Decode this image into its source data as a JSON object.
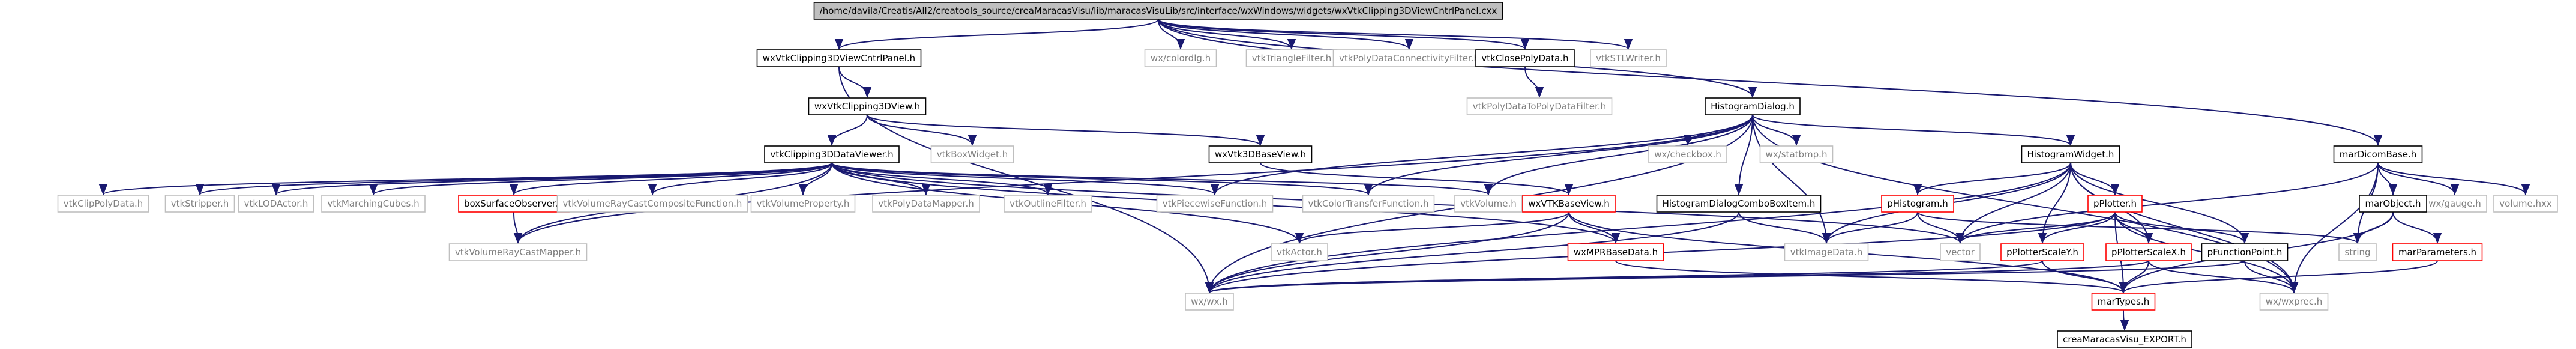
{
  "graph": {
    "colors": {
      "edge": "#191970",
      "normal_stroke": "#000000",
      "normal_text": "#000000",
      "external_stroke": "#bfbfbf",
      "external_text": "#808080",
      "missing_stroke": "#ff0000",
      "root_fill": "#bfbfbf"
    },
    "nodes": [
      {
        "id": "root",
        "label": "/home/davila/Creatis/All2/creatools_source/creaMaracasVisu/lib/maracasVisuLib/src/interface/wxWindows/widgets/wxVtkClipping3DViewCntrlPanel.cxx",
        "kind": "root"
      },
      {
        "id": "cntrlPanel",
        "label": "wxVtkClipping3DViewCntrlPanel.h",
        "kind": "normal"
      },
      {
        "id": "colordlg",
        "label": "wx/colordlg.h",
        "kind": "external"
      },
      {
        "id": "triFilter",
        "label": "vtkTriangleFilter.h",
        "kind": "external"
      },
      {
        "id": "polyConn",
        "label": "vtkPolyDataConnectivityFilter.h",
        "kind": "external"
      },
      {
        "id": "closePoly",
        "label": "vtkClosePolyData.h",
        "kind": "normal"
      },
      {
        "id": "stlWriter",
        "label": "vtkSTLWriter.h",
        "kind": "external"
      },
      {
        "id": "clip3DView",
        "label": "wxVtkClipping3DView.h",
        "kind": "normal"
      },
      {
        "id": "polyToPoly",
        "label": "vtkPolyDataToPolyDataFilter.h",
        "kind": "external"
      },
      {
        "id": "histDialog",
        "label": "HistogramDialog.h",
        "kind": "normal"
      },
      {
        "id": "dataViewer",
        "label": "vtkClipping3DDataViewer.h",
        "kind": "normal"
      },
      {
        "id": "boxWidget",
        "label": "vtkBoxWidget.h",
        "kind": "external"
      },
      {
        "id": "vtk3DBase",
        "label": "wxVtk3DBaseView.h",
        "kind": "normal"
      },
      {
        "id": "checkbox",
        "label": "wx/checkbox.h",
        "kind": "external"
      },
      {
        "id": "statbmp",
        "label": "wx/statbmp.h",
        "kind": "external"
      },
      {
        "id": "histWidget",
        "label": "HistogramWidget.h",
        "kind": "normal"
      },
      {
        "id": "dicomBase",
        "label": "marDicomBase.h",
        "kind": "normal"
      },
      {
        "id": "clipPoly",
        "label": "vtkClipPolyData.h",
        "kind": "external"
      },
      {
        "id": "stripper",
        "label": "vtkStripper.h",
        "kind": "external"
      },
      {
        "id": "lodActor",
        "label": "vtkLODActor.h",
        "kind": "external"
      },
      {
        "id": "marchCubes",
        "label": "vtkMarchingCubes.h",
        "kind": "external"
      },
      {
        "id": "boxSurf",
        "label": "boxSurfaceObserver.h",
        "kind": "missing"
      },
      {
        "id": "rayComp",
        "label": "vtkVolumeRayCastCompositeFunction.h",
        "kind": "external"
      },
      {
        "id": "volProp",
        "label": "vtkVolumeProperty.h",
        "kind": "external"
      },
      {
        "id": "polyMapper",
        "label": "vtkPolyDataMapper.h",
        "kind": "external"
      },
      {
        "id": "outline",
        "label": "vtkOutlineFilter.h",
        "kind": "external"
      },
      {
        "id": "piecewise",
        "label": "vtkPiecewiseFunction.h",
        "kind": "external"
      },
      {
        "id": "ctf",
        "label": "vtkColorTransferFunction.h",
        "kind": "external"
      },
      {
        "id": "vtkVolume",
        "label": "vtkVolume.h",
        "kind": "external"
      },
      {
        "id": "vtkBase",
        "label": "wxVTKBaseView.h",
        "kind": "missing"
      },
      {
        "id": "comboBox",
        "label": "HistogramDialogComboBoxItem.h",
        "kind": "normal"
      },
      {
        "id": "pHistogram",
        "label": "pHistogram.h",
        "kind": "missing"
      },
      {
        "id": "pPlotter",
        "label": "pPlotter.h",
        "kind": "missing"
      },
      {
        "id": "gauge",
        "label": "wx/gauge.h",
        "kind": "external"
      },
      {
        "id": "volumeHxx",
        "label": "volume.hxx",
        "kind": "external"
      },
      {
        "id": "marObject",
        "label": "marObject.h",
        "kind": "normal"
      },
      {
        "id": "rayMapper",
        "label": "vtkVolumeRayCastMapper.h",
        "kind": "external"
      },
      {
        "id": "vtkActor",
        "label": "vtkActor.h",
        "kind": "external"
      },
      {
        "id": "mprBase",
        "label": "wxMPRBaseData.h",
        "kind": "missing"
      },
      {
        "id": "imageData",
        "label": "vtkImageData.h",
        "kind": "external"
      },
      {
        "id": "vector",
        "label": "vector",
        "kind": "external"
      },
      {
        "id": "plotterScaleY",
        "label": "pPlotterScaleY.h",
        "kind": "missing"
      },
      {
        "id": "plotterScaleX",
        "label": "pPlotterScaleX.h",
        "kind": "missing"
      },
      {
        "id": "funcPoint",
        "label": "pFunctionPoint.h",
        "kind": "normal"
      },
      {
        "id": "string",
        "label": "string",
        "kind": "external"
      },
      {
        "id": "marParams",
        "label": "marParameters.h",
        "kind": "missing"
      },
      {
        "id": "wxwx",
        "label": "wx/wx.h",
        "kind": "external"
      },
      {
        "id": "wxprec",
        "label": "wx/wxprec.h",
        "kind": "external"
      },
      {
        "id": "marTypes",
        "label": "marTypes.h",
        "kind": "missing"
      },
      {
        "id": "exportH",
        "label": "creaMaracasVisu_EXPORT.h",
        "kind": "normal"
      }
    ],
    "edges": [
      [
        "root",
        "cntrlPanel"
      ],
      [
        "root",
        "colordlg"
      ],
      [
        "root",
        "triFilter"
      ],
      [
        "root",
        "polyConn"
      ],
      [
        "root",
        "closePoly"
      ],
      [
        "root",
        "stlWriter"
      ],
      [
        "root",
        "histDialog"
      ],
      [
        "root",
        "dicomBase"
      ],
      [
        "cntrlPanel",
        "clip3DView"
      ],
      [
        "cntrlPanel",
        "wxwx"
      ],
      [
        "closePoly",
        "polyToPoly"
      ],
      [
        "clip3DView",
        "dataViewer"
      ],
      [
        "clip3DView",
        "boxWidget"
      ],
      [
        "clip3DView",
        "vtk3DBase"
      ],
      [
        "dataViewer",
        "clipPoly"
      ],
      [
        "dataViewer",
        "stripper"
      ],
      [
        "dataViewer",
        "lodActor"
      ],
      [
        "dataViewer",
        "marchCubes"
      ],
      [
        "dataViewer",
        "boxSurf"
      ],
      [
        "dataViewer",
        "rayComp"
      ],
      [
        "dataViewer",
        "volProp"
      ],
      [
        "dataViewer",
        "polyMapper"
      ],
      [
        "dataViewer",
        "outline"
      ],
      [
        "dataViewer",
        "piecewise"
      ],
      [
        "dataViewer",
        "ctf"
      ],
      [
        "dataViewer",
        "vtkVolume"
      ],
      [
        "dataViewer",
        "rayMapper"
      ],
      [
        "dataViewer",
        "vtkActor"
      ],
      [
        "dataViewer",
        "mprBase"
      ],
      [
        "dataViewer",
        "vector"
      ],
      [
        "boxSurf",
        "rayMapper"
      ],
      [
        "vtk3DBase",
        "vtkBase"
      ],
      [
        "vtkBase",
        "vtkActor"
      ],
      [
        "vtkBase",
        "wxwx"
      ],
      [
        "vtkBase",
        "mprBase"
      ],
      [
        "vtkBase",
        "marTypes"
      ],
      [
        "histDialog",
        "checkbox"
      ],
      [
        "histDialog",
        "statbmp"
      ],
      [
        "histDialog",
        "histWidget"
      ],
      [
        "histDialog",
        "comboBox"
      ],
      [
        "histDialog",
        "piecewise"
      ],
      [
        "histDialog",
        "ctf"
      ],
      [
        "histDialog",
        "vtkVolume"
      ],
      [
        "histDialog",
        "rayMapper"
      ],
      [
        "histDialog",
        "imageData"
      ],
      [
        "histDialog",
        "wxwx"
      ],
      [
        "histDialog",
        "wxprec"
      ],
      [
        "comboBox",
        "wxwx"
      ],
      [
        "comboBox",
        "imageData"
      ],
      [
        "histWidget",
        "pHistogram"
      ],
      [
        "histWidget",
        "pPlotter"
      ],
      [
        "histWidget",
        "funcPoint"
      ],
      [
        "histWidget",
        "plotterScaleY"
      ],
      [
        "histWidget",
        "plotterScaleX"
      ],
      [
        "histWidget",
        "imageData"
      ],
      [
        "histWidget",
        "vector"
      ],
      [
        "histWidget",
        "wxwx"
      ],
      [
        "histWidget",
        "wxprec"
      ],
      [
        "pHistogram",
        "vector"
      ],
      [
        "pHistogram",
        "imageData"
      ],
      [
        "pHistogram",
        "string"
      ],
      [
        "pPlotter",
        "plotterScaleY"
      ],
      [
        "pPlotter",
        "plotterScaleX"
      ],
      [
        "pPlotter",
        "funcPoint"
      ],
      [
        "pPlotter",
        "vector"
      ],
      [
        "pPlotter",
        "wxwx"
      ],
      [
        "pPlotter",
        "wxprec"
      ],
      [
        "pPlotter",
        "marTypes"
      ],
      [
        "plotterScaleY",
        "wxwx"
      ],
      [
        "plotterScaleY",
        "marTypes"
      ],
      [
        "plotterScaleX",
        "wxwx"
      ],
      [
        "plotterScaleX",
        "marTypes"
      ],
      [
        "plotterScaleX",
        "wxprec"
      ],
      [
        "funcPoint",
        "wxwx"
      ],
      [
        "funcPoint",
        "wxprec"
      ],
      [
        "mprBase",
        "marTypes"
      ],
      [
        "dicomBase",
        "marObject"
      ],
      [
        "dicomBase",
        "gauge"
      ],
      [
        "dicomBase",
        "volumeHxx"
      ],
      [
        "dicomBase",
        "string"
      ],
      [
        "dicomBase",
        "vector"
      ],
      [
        "dicomBase",
        "wxprec"
      ],
      [
        "marObject",
        "marParams"
      ],
      [
        "marObject",
        "string"
      ],
      [
        "marObject",
        "marTypes"
      ],
      [
        "marParams",
        "marTypes"
      ],
      [
        "marTypes",
        "exportH"
      ]
    ]
  }
}
